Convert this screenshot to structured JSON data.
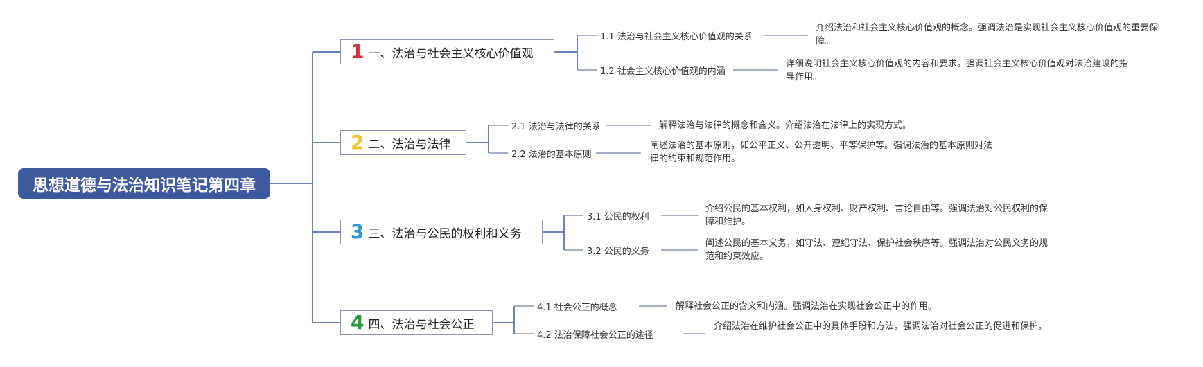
{
  "root": "思想道德与法治知识笔记第四章",
  "chapters": [
    {
      "num": "1",
      "num_color": "#d62f3a",
      "title": "一、法治与社会主义核心价值观",
      "subs": [
        {
          "label": "1.1 法治与社会主义核心价值观的关系",
          "desc": "介绍法治和社会主义核心价值观的概念。强调法治是实现社会主义核心价值观的重要保障。"
        },
        {
          "label": "1.2 社会主义核心价值观的内涵",
          "desc": "详细说明社会主义核心价值观的内容和要求。强调社会主义核心价值观对法治建设的指导作用。"
        }
      ]
    },
    {
      "num": "2",
      "num_color": "#f1c232",
      "title": "二、法治与法律",
      "subs": [
        {
          "label": "2.1 法治与法律的关系",
          "desc": "解释法治与法律的概念和含义。介绍法治在法律上的实现方式。"
        },
        {
          "label": "2.2 法治的基本原则",
          "desc": "阐述法治的基本原则，如公平正义、公开透明、平等保护等。强调法治的基本原则对法律的约束和规范作用。"
        }
      ]
    },
    {
      "num": "3",
      "num_color": "#2e96d1",
      "title": "三、法治与公民的权利和义务",
      "subs": [
        {
          "label": "3.1 公民的权利",
          "desc": "介绍公民的基本权利，如人身权利、财产权利、言论自由等。强调法治对公民权利的保障和维护。"
        },
        {
          "label": "3.2 公民的义务",
          "desc": "阐述公民的基本义务，如守法、遵纪守法、保护社会秩序等。强调法治对公民义务的规范和约束效应。"
        }
      ]
    },
    {
      "num": "4",
      "num_color": "#2a9a3a",
      "title": "四、法治与社会公正",
      "subs": [
        {
          "label": "4.1 社会公正的概念",
          "desc": "解释社会公正的含义和内涵。强调法治在实现社会公正中的作用。"
        },
        {
          "label": "4.2 法治保障社会公正的途径",
          "desc": "介绍法治在维护社会公正中的具体手段和方法。强调法治对社会公正的促进和保护。"
        }
      ]
    }
  ]
}
